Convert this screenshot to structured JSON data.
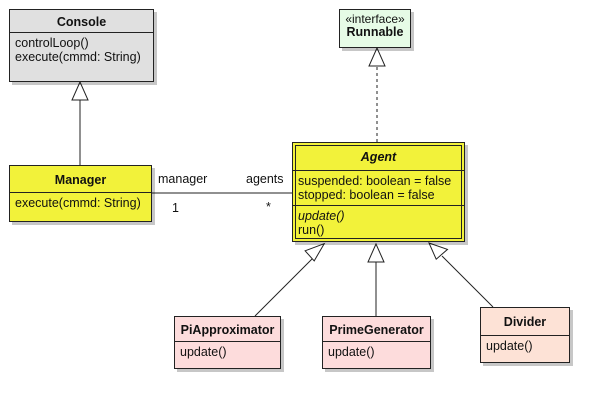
{
  "colors": {
    "console": "#e0e0e0",
    "runnable": "#e6fbe6",
    "yellow": "#f2f23a",
    "pink": "#fddcdc",
    "divider": "#fde2d6"
  },
  "classes": {
    "console": {
      "name": "Console",
      "operations": [
        "controlLoop()",
        "execute(cmmd: String)"
      ]
    },
    "runnable": {
      "stereotype": "«interface»",
      "name": "Runnable"
    },
    "manager": {
      "name": "Manager",
      "operations": [
        "execute(cmmd: String)"
      ]
    },
    "agent": {
      "name": "Agent",
      "attributes": [
        "suspended: boolean = false",
        "stopped: boolean = false"
      ],
      "operations": [
        "update()",
        "run()"
      ]
    },
    "pi": {
      "name": "PiApproximator",
      "operations": [
        "update()"
      ]
    },
    "prime": {
      "name": "PrimeGenerator",
      "operations": [
        "update()"
      ]
    },
    "divider": {
      "name": "Divider",
      "operations": [
        "update()"
      ]
    }
  },
  "association": {
    "role_manager": "manager",
    "role_agents": "agents",
    "mult_manager": "1",
    "mult_agents": "*"
  }
}
